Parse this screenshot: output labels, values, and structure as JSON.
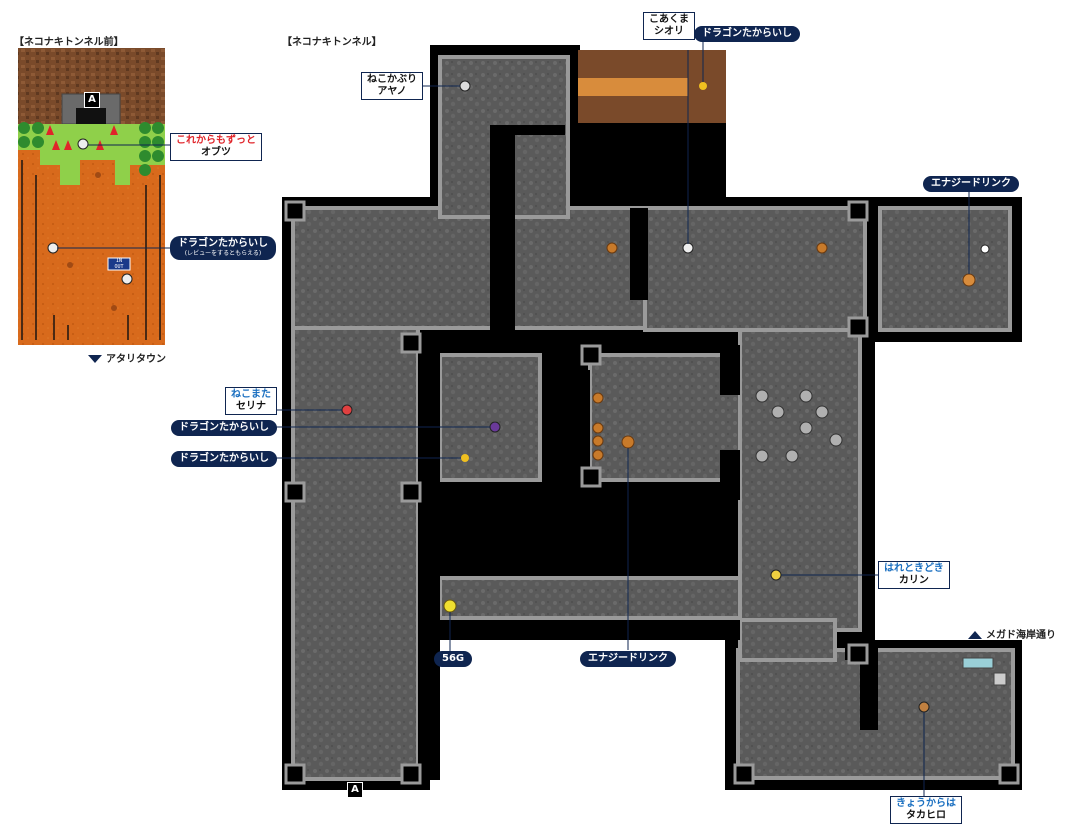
{
  "titles": {
    "outside": "【ネコナキトンネル前】",
    "tunnel": "【ネコナキトンネル】"
  },
  "nav": {
    "down": "アタリタウン",
    "up": "メガド海岸通り"
  },
  "marker": "A",
  "labels": {
    "dragon_out": {
      "main": "ドラゴンたからいし",
      "sub": "(レビューをするともらえる)"
    },
    "korekara": {
      "l1": "これからもずっと",
      "l2": "オブツ"
    },
    "nekokaburi": {
      "l1": "ねこかぶり",
      "l2": "アヤノ"
    },
    "koakuma": {
      "l1": "こあくま",
      "l2": "シオリ"
    },
    "dragon_top": "ドラゴンたからいし",
    "energy_top": "エナジードリンク",
    "nekomata": {
      "l1": "ねこまた",
      "l2": "セリナ"
    },
    "dragon_mid1": "ドラゴンたからいし",
    "dragon_mid2": "ドラゴンたからいし",
    "gold": "56G",
    "energy_bottom": "エナジードリンク",
    "hareto": {
      "l1": "はれときどき",
      "l2": "カリン"
    },
    "kyoukara": {
      "l1": "きょうからは",
      "l2": "タカヒロ"
    },
    "sign": {
      "l1": "IN",
      "l2": "OUT"
    }
  },
  "colors": {
    "navy": "#0f2550",
    "floor": "#5a5a5a",
    "wall": "#9a9a9a",
    "void": "#000000",
    "dirt": "#d86a1c",
    "grass": "#8fd04a",
    "rock": "#7a4a2a"
  }
}
